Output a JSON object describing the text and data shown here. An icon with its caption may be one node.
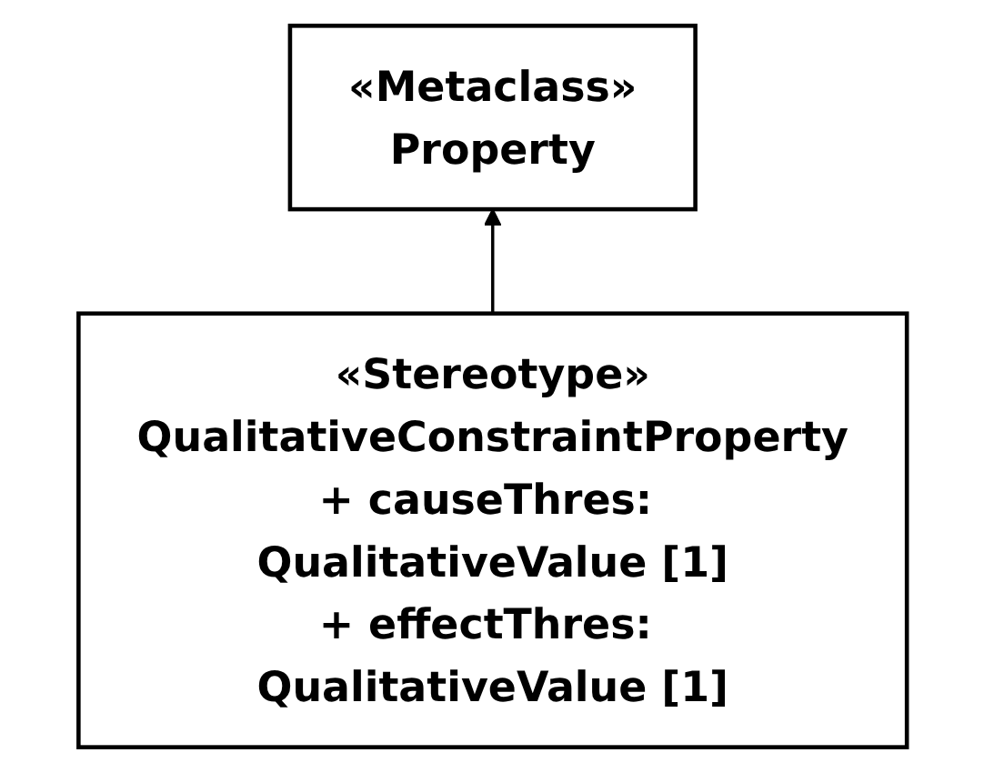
{
  "diagram": {
    "nodes": [
      {
        "text": [
          "«Metaclass»",
          "Property"
        ]
      },
      {
        "text": [
          "«Stereotype»",
          "QualitativeConstraintProperty",
          "+ causeThres: QualitativeValue [1]",
          "+ effectThres: QualitativeValue [1]"
        ]
      }
    ],
    "edges": [
      {
        "from": 1,
        "to": 0,
        "arrow": "to"
      }
    ]
  }
}
